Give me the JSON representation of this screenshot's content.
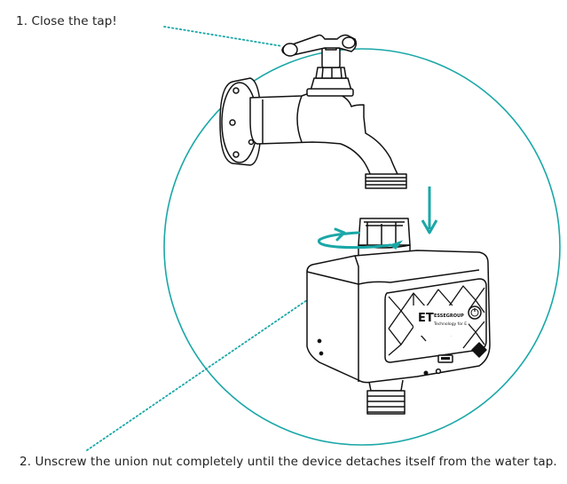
{
  "steps": [
    {
      "text": "1. Close the tap!"
    },
    {
      "text": "2. Unscrew the union nut completely until the device detaches itself from the water tap."
    }
  ],
  "device": {
    "logo_text": "ET",
    "brand_line1": "ESSEGROUP",
    "brand_line2": "Technology for E"
  },
  "colors": {
    "accent": "#1aa7a7",
    "line": "#111111"
  },
  "icons": [
    "rotate-arrow-icon",
    "down-arrow-icon",
    "power-button-icon",
    "warning-icon",
    "usb-port-icon"
  ]
}
